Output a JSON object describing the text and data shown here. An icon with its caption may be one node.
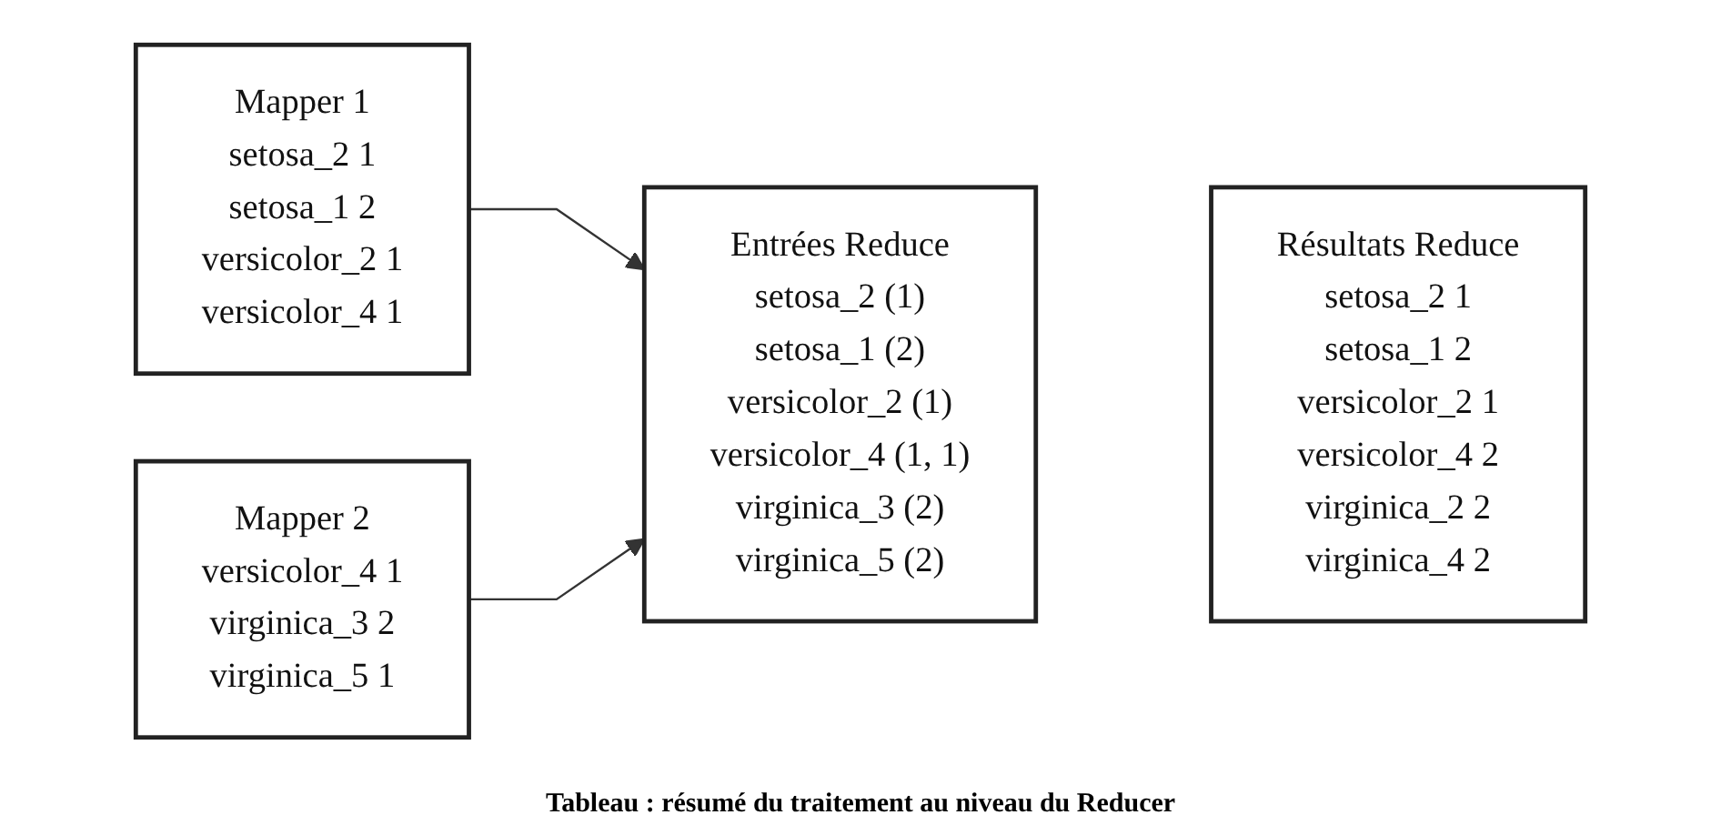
{
  "diagram": {
    "caption": "Tableau : résumé du traitement au niveau du Reducer",
    "nodes": [
      {
        "text": [
          "Mapper 1",
          "setosa_2",
          "1",
          "setosa_1",
          "2",
          "versicolor_2",
          "1",
          "versicolor_4",
          "1"
        ]
      },
      {
        "text": [
          "Mapper 2",
          "versicolor_4",
          "1",
          "virginica_3",
          "2",
          "virginica_5",
          "1"
        ]
      },
      {
        "text": [
          "Entrées Reduce",
          "setosa_2",
          "(1)",
          "setosa_1",
          "(2)",
          "versicolor_2",
          "(1)",
          "versicolor_4",
          "(1, 1)",
          "virginica_3",
          "(2)",
          "virginica_5",
          "(2)"
        ]
      },
      {
        "text": [
          "Résultats Reduce",
          "setosa_2",
          "1",
          "setosa_1",
          "2",
          "versicolor_2",
          "1",
          "versicolor_4",
          "2",
          "virginica_2",
          "2",
          "virginica_4",
          "2"
        ]
      }
    ],
    "edges": [
      {
        "from": 0,
        "to": 2,
        "arrow": "to"
      },
      {
        "from": 1,
        "to": 2,
        "arrow": "to"
      }
    ]
  }
}
